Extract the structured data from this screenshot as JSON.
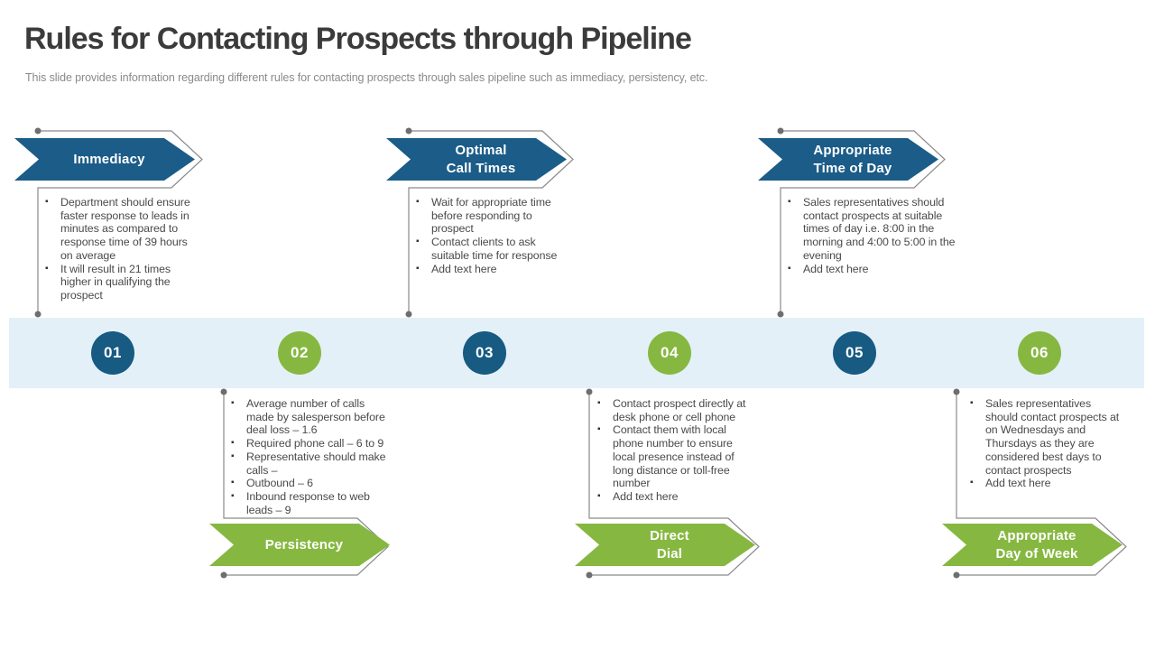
{
  "slide": {
    "title": "Rules for Contacting Prospects through Pipeline",
    "subtitle": "This slide provides information regarding different rules for contacting prospects through sales pipeline such as immediacy, persistency, etc."
  },
  "colors": {
    "dark_blue": "#1b5c88",
    "circle_dark_blue": "#175a82",
    "green": "#86b841",
    "band_background": "#e4f0f8",
    "connector_gray": "#8a8a8a",
    "title_text": "#3b3b3b",
    "body_text": "#4a4a4a"
  },
  "timeline": {
    "steps": [
      {
        "number": "01",
        "color": "dark_blue"
      },
      {
        "number": "02",
        "color": "green"
      },
      {
        "number": "03",
        "color": "dark_blue"
      },
      {
        "number": "04",
        "color": "green"
      },
      {
        "number": "05",
        "color": "dark_blue"
      },
      {
        "number": "06",
        "color": "green"
      }
    ]
  },
  "sections": [
    {
      "step": "01",
      "row": "top",
      "color": "dark_blue",
      "title": "Immediacy",
      "bullets": [
        "Department should ensure faster response to leads in minutes as compared to response time of 39 hours on average",
        "It will result in 21 times higher in qualifying the prospect"
      ]
    },
    {
      "step": "02",
      "row": "bottom",
      "color": "green",
      "title": "Persistency",
      "bullets": [
        "Average number of calls made by salesperson before deal loss – 1.6",
        "Required phone call – 6 to 9",
        "Representative should make calls –",
        "Outbound – 6",
        "Inbound response to web leads – 9"
      ]
    },
    {
      "step": "03",
      "row": "top",
      "color": "dark_blue",
      "title": "Optimal\nCall Times",
      "bullets": [
        "Wait for appropriate time before responding to prospect",
        "Contact clients to ask suitable time for response",
        "Add text here"
      ]
    },
    {
      "step": "04",
      "row": "bottom",
      "color": "green",
      "title": "Direct\nDial",
      "bullets": [
        "Contact prospect directly at desk phone or cell phone",
        "Contact them with local phone number to ensure local presence instead of long distance or toll-free number",
        "Add text here"
      ]
    },
    {
      "step": "05",
      "row": "top",
      "color": "dark_blue",
      "title": "Appropriate\nTime of Day",
      "bullets": [
        "Sales representatives should contact prospects at suitable times of day i.e. 8:00 in the morning and 4:00 to 5:00 in the evening",
        "Add text here"
      ]
    },
    {
      "step": "06",
      "row": "bottom",
      "color": "green",
      "title": "Appropriate\nDay of Week",
      "bullets": [
        "Sales representatives should contact prospects at on Wednesdays and Thursdays as they are considered best days to contact prospects",
        "Add text here"
      ]
    }
  ]
}
